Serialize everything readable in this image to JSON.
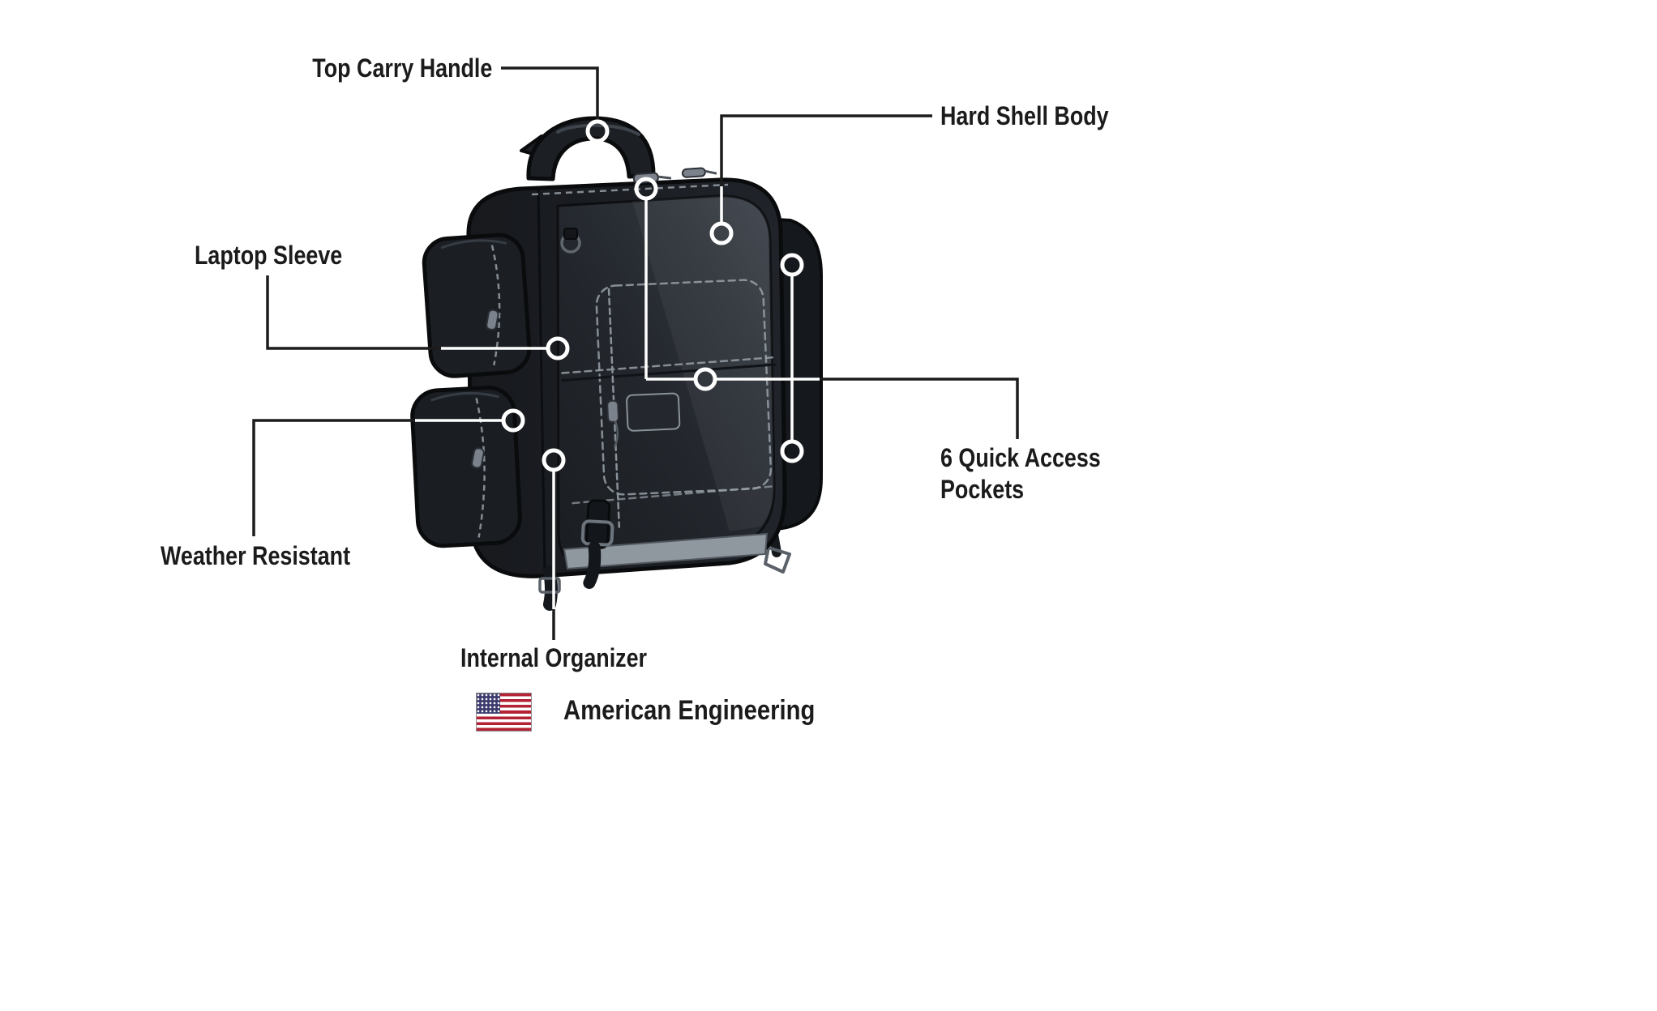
{
  "diagram": {
    "background_color": "#ffffff",
    "callouts": [
      {
        "id": "top-carry-handle",
        "label": "Top Carry Handle"
      },
      {
        "id": "hard-shell-body",
        "label": "Hard Shell Body"
      },
      {
        "id": "laptop-sleeve",
        "label": "Laptop Sleeve"
      },
      {
        "id": "weather-resistant",
        "label": "Weather Resistant"
      },
      {
        "id": "internal-organizer",
        "label": "Internal Organizer"
      },
      {
        "id": "quick-access-pockets",
        "label": "6 Quick Access Pockets"
      }
    ],
    "footer": {
      "flag_icon": "us-flag-icon",
      "text": "American Engineering"
    },
    "colors": {
      "label_text": "#1b1b1b",
      "callout_line_outside": "#1c1c1c",
      "callout_line_on_bag": "#ffffff",
      "bag_body": "#1d2126",
      "bag_outline": "#0a0b0d",
      "bag_highlight": "#3d434c",
      "bottom_trim": "#8f979f",
      "flag_red": "#B22234",
      "flag_blue": "#3C3B6E"
    }
  }
}
